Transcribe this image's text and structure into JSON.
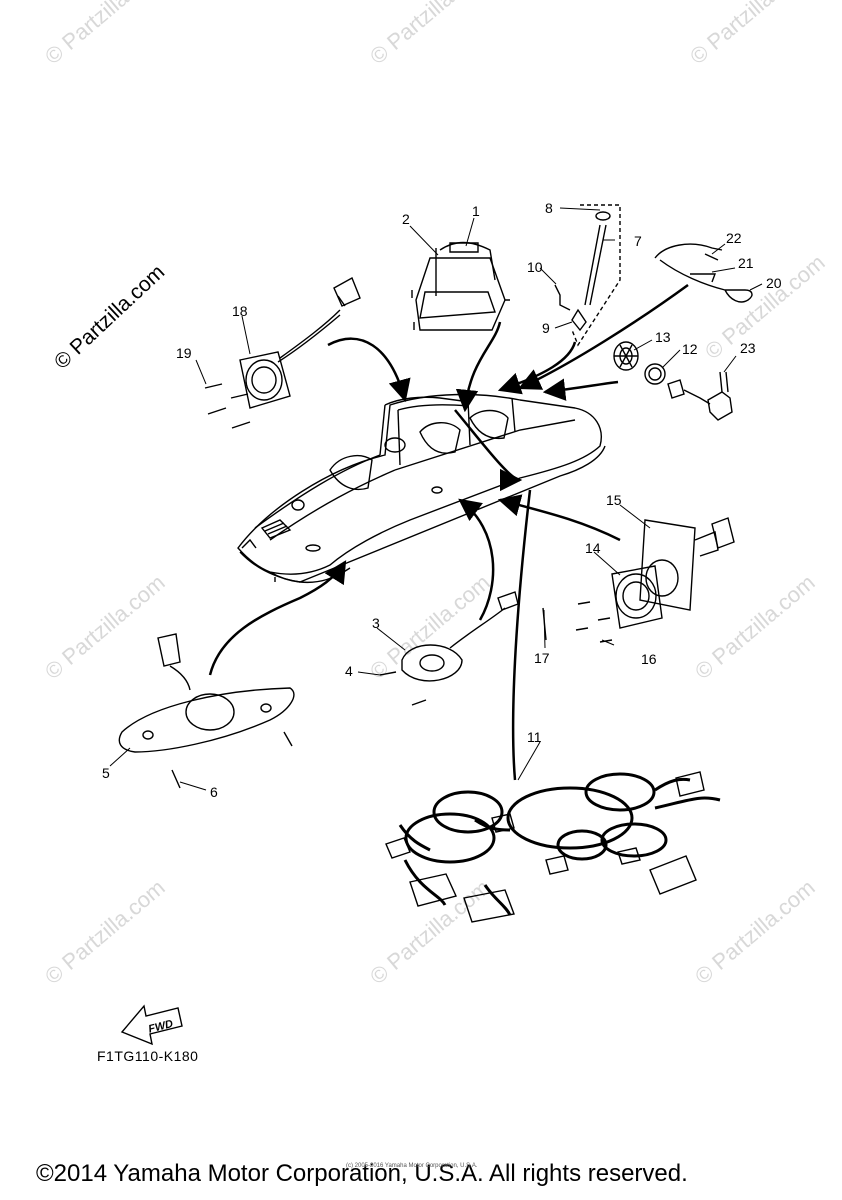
{
  "watermark": {
    "text": "© Partzilla.com",
    "feature_text": "© Partzilla.com"
  },
  "callouts": [
    {
      "id": "1",
      "label": "1"
    },
    {
      "id": "2",
      "label": "2"
    },
    {
      "id": "3",
      "label": "3"
    },
    {
      "id": "4",
      "label": "4"
    },
    {
      "id": "5",
      "label": "5"
    },
    {
      "id": "6",
      "label": "6"
    },
    {
      "id": "7",
      "label": "7"
    },
    {
      "id": "8",
      "label": "8"
    },
    {
      "id": "9",
      "label": "9"
    },
    {
      "id": "10",
      "label": "10"
    },
    {
      "id": "11",
      "label": "11"
    },
    {
      "id": "12",
      "label": "12"
    },
    {
      "id": "13",
      "label": "13"
    },
    {
      "id": "14",
      "label": "14"
    },
    {
      "id": "15",
      "label": "15"
    },
    {
      "id": "16",
      "label": "16"
    },
    {
      "id": "17",
      "label": "17"
    },
    {
      "id": "18",
      "label": "18"
    },
    {
      "id": "19",
      "label": "19"
    },
    {
      "id": "20",
      "label": "20"
    },
    {
      "id": "21",
      "label": "21"
    },
    {
      "id": "22",
      "label": "22"
    },
    {
      "id": "23",
      "label": "23"
    }
  ],
  "fwd_label": "FWD",
  "diagram_code": "F1TG110-K180",
  "copyright": "©2014 Yamaha Motor Corporation, U.S.A. All rights reserved.",
  "small_copyright": "(c) 2005-2016 Yamaha Motor Corporation, U.S.A."
}
